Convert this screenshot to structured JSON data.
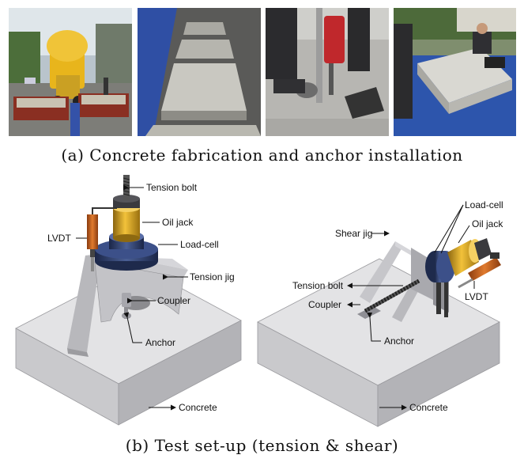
{
  "captions": {
    "a": "(a) Concrete fabrication and anchor installation",
    "b": "(b) Test set-up (tension & shear)"
  },
  "photos": [
    {
      "subject": "concrete-mixer-truck-photo"
    },
    {
      "subject": "concrete-slabs-photo"
    },
    {
      "subject": "anchor-drilling-photo"
    },
    {
      "subject": "anchor-installation-photo"
    }
  ],
  "tension_setup": {
    "labels": {
      "tension_bolt": "Tension bolt",
      "oil_jack": "Oil jack",
      "lvdt": "LVDT",
      "load_cell": "Load-cell",
      "tension_jig": "Tension jig",
      "coupler": "Coupler",
      "anchor": "Anchor",
      "concrete": "Concrete"
    }
  },
  "shear_setup": {
    "labels": {
      "load_cell": "Load-cell",
      "shear_jig": "Shear jig",
      "oil_jack": "Oil jack",
      "tension_bolt": "Tension bolt",
      "coupler": "Coupler",
      "lvdt": "LVDT",
      "anchor": "Anchor",
      "concrete": "Concrete"
    }
  },
  "colors": {
    "concrete_top": "#e2e2e4",
    "concrete_side": "#b9b9bd",
    "jig": "#c4c4c8",
    "oil_jack": "#d9a21a",
    "load_cell": "#2c3e6b",
    "lvdt": "#c8621e"
  }
}
